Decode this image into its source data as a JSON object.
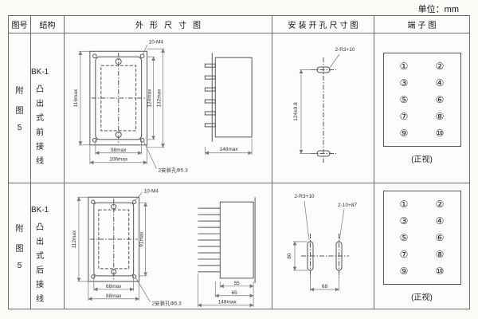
{
  "units_label": "单位：mm",
  "headers": {
    "fig_no": "图号",
    "structure": "结构",
    "outline": "外形尺寸图",
    "mounting": "安装开孔尺寸图",
    "terminal": "端子图"
  },
  "rows": [
    {
      "fig_chars": [
        "附",
        "图",
        "5"
      ],
      "model": "BK-1",
      "structure_chars": [
        "凸",
        "出",
        "式",
        "前",
        "接",
        "线"
      ],
      "outline": {
        "screw_note": "10-M4",
        "left_dim": "116max",
        "right_dim_inner": "124max",
        "right_dim_outer": "132max",
        "bottom_dim_inner": "98max",
        "bottom_dim_outer": "106max",
        "hole_note": "2安装孔Φ5.3",
        "side_depth_dim": "148max"
      },
      "mounting": {
        "slot_note": "2-R3+10",
        "vertical_dim": "124±0.8"
      },
      "terminal": {
        "left_col": [
          "①",
          "③",
          "⑤",
          "⑦",
          "⑨"
        ],
        "right_col": [
          "②",
          "④",
          "⑥",
          "⑧",
          "⑩"
        ],
        "caption": "(正视)"
      }
    },
    {
      "fig_chars": [
        "附",
        "图",
        "5"
      ],
      "model": "BK-1",
      "structure_chars": [
        "凸",
        "出",
        "式",
        "后",
        "接",
        "线"
      ],
      "outline": {
        "screw_note": "10-M4",
        "left_dim": "112max",
        "right_dim_inner": "91max",
        "bottom_dim_inner": "68max",
        "bottom_dim_outer": "88max",
        "hole_note": "2安装孔Φ5.3",
        "side_dim_small": "55",
        "side_dim_mid": "65",
        "side_depth_dim": "148max"
      },
      "mounting": {
        "slot_note": "2-R3+10",
        "slot_note2": "2-10+87",
        "vertical_dim": "80",
        "horizontal_dim": "68"
      },
      "terminal": {
        "left_col": [
          "①",
          "③",
          "⑤",
          "⑦",
          "⑨"
        ],
        "right_col": [
          "②",
          "④",
          "⑥",
          "⑧",
          "⑩"
        ],
        "caption": "(正视)"
      }
    }
  ]
}
